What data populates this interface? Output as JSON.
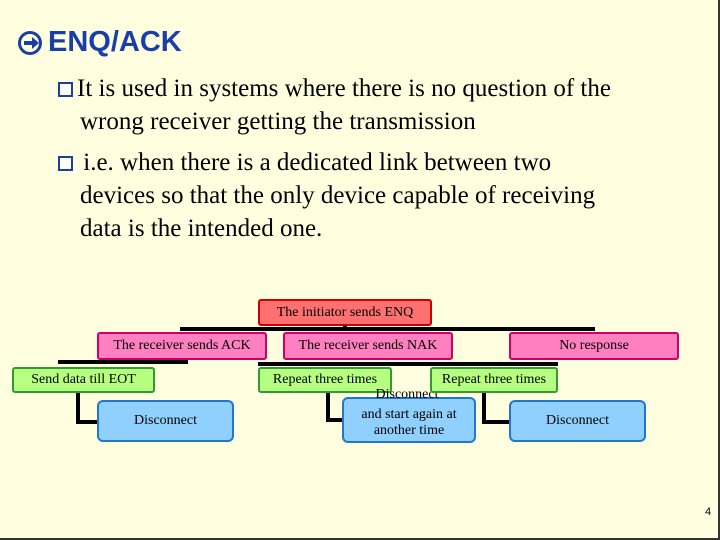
{
  "slide": {
    "title": "ENQ/ACK",
    "bullets": [
      {
        "line1": "It is used in systems where there is no question of the",
        "line2": "wrong receiver getting the transmission"
      },
      {
        "line1": " i.e. when there is a dedicated link between two",
        "line2": "devices so that the only device capable of receiving",
        "line3": "data is the intended one."
      }
    ],
    "page_number": "4"
  },
  "diagram": {
    "root": "The initiator sends ENQ",
    "branches": {
      "ack": "The receiver sends ACK",
      "nak": "The receiver sends NAK",
      "none": "No response"
    },
    "ack_children": {
      "send": "Send data till EOT",
      "disconnect": "Disconnect"
    },
    "nak_children": {
      "repeat": "Repeat three times",
      "disconnect": "Disconnect",
      "restart": "and start again at another time"
    },
    "none_children": {
      "repeat": "Repeat three times",
      "disconnect": "Disconnect"
    }
  },
  "colors": {
    "title": "#1a3ea8",
    "background": "#ffffe0",
    "pink_node": "#ff80c0",
    "green_node": "#b7ff80",
    "blue_node": "#8fd0ff",
    "root_node": "#ff7070"
  }
}
